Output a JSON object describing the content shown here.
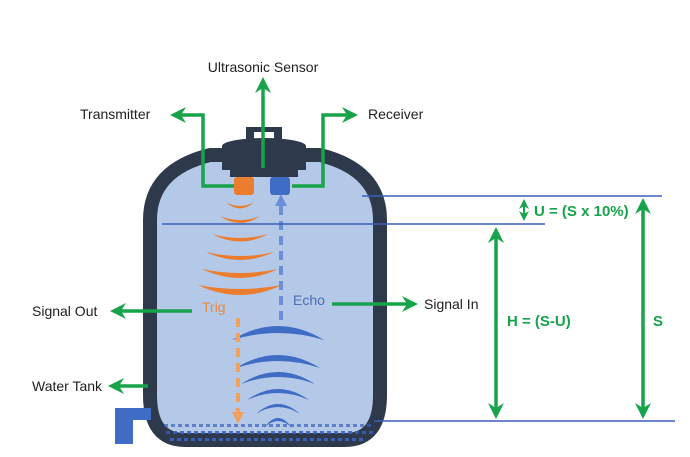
{
  "title": "Ultrasonic Sensor Water Level Measurement",
  "colors": {
    "arrow": "#17a34a",
    "tank_wall": "#2e3a4c",
    "water_fill": "#b4c8e8",
    "transmitter": "#ec7d2e",
    "receiver": "#3f6cc4",
    "level_line": "#3a5fb8"
  },
  "labels": {
    "ultrasonic_sensor": "Ultrasonic Sensor",
    "transmitter": "Transmitter",
    "receiver": "Receiver",
    "signal_out": "Signal Out",
    "signal_in": "Signal In",
    "water_tank": "Water Tank",
    "trig": "Trig",
    "echo": "Echo"
  },
  "formulas": {
    "u": "U = (S x 10%)",
    "h": "H = (S-U)",
    "s": "S"
  }
}
